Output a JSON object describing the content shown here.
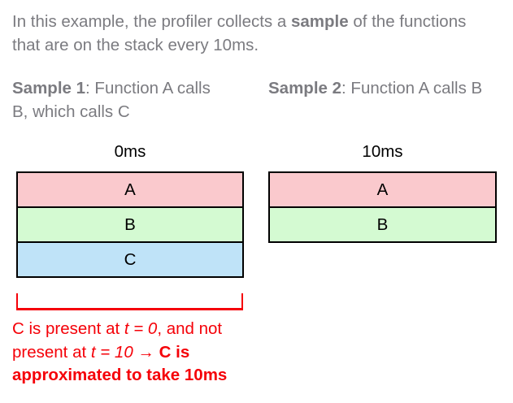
{
  "intro": {
    "parts": [
      "In this example, the profiler collects a ",
      "sample",
      " of the functions that are on the stack every 10ms."
    ]
  },
  "samples": [
    {
      "label": "Sample 1",
      "description": ": Function A calls B, which calls C",
      "time_label": "0ms",
      "stack": [
        {
          "name": "A",
          "color": "#fac9cd"
        },
        {
          "name": "B",
          "color": "#d4fad2"
        },
        {
          "name": "C",
          "color": "#bfe3f8"
        }
      ]
    },
    {
      "label": "Sample 2",
      "description": ": Function A calls B",
      "time_label": "10ms",
      "stack": [
        {
          "name": "A",
          "color": "#fac9cd"
        },
        {
          "name": "B",
          "color": "#d4fad2"
        }
      ]
    }
  ],
  "annotation": {
    "parts": [
      "C is present at ",
      "t = 0",
      ", and not present at ",
      "t = 10",
      " → ",
      "C is approximated to take 10ms"
    ],
    "color": "#f50008"
  },
  "colors": {
    "body_text": "#7b7b80",
    "heading_text": "#000000",
    "frame_border": "#000000",
    "background": "#ffffff"
  }
}
